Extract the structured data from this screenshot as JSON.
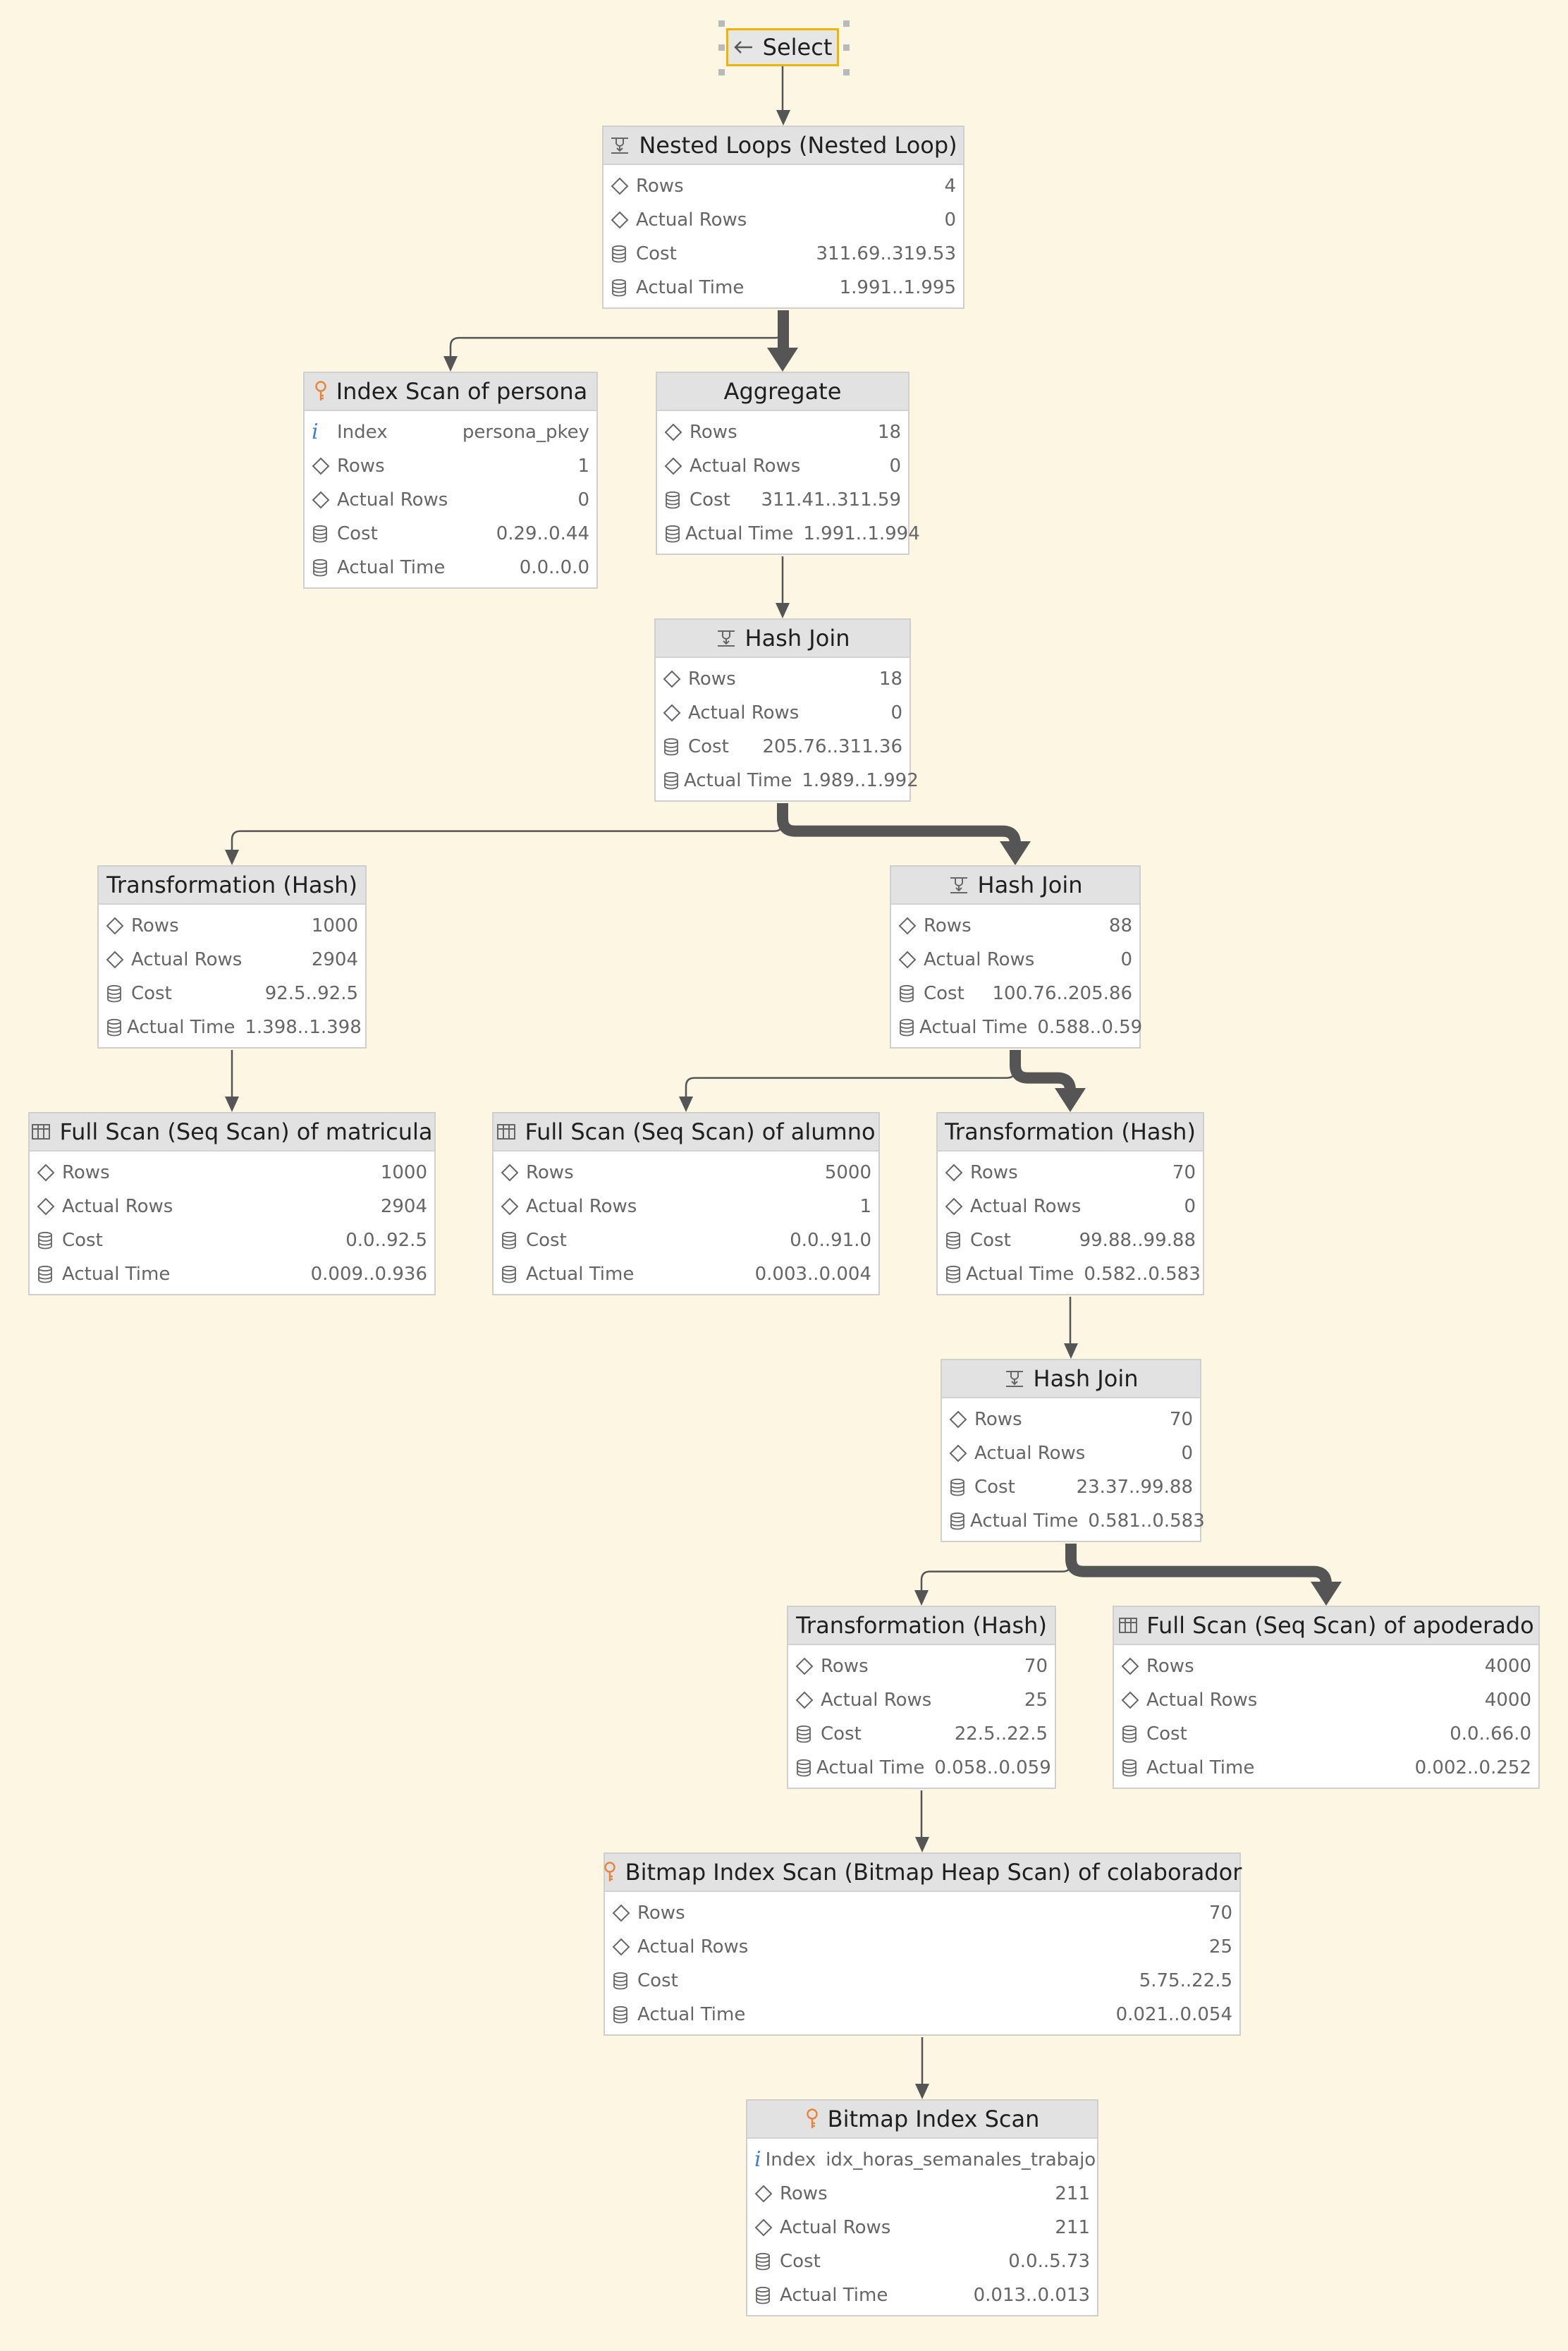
{
  "select": {
    "label": "Select"
  },
  "nodes": [
    {
      "id": "n1",
      "title": "Nested Loops (Nested Loop)",
      "icon": "join-icon",
      "rows": [
        {
          "icon": "diamond-icon",
          "label": "Rows",
          "value": "4"
        },
        {
          "icon": "diamond-icon",
          "label": "Actual Rows",
          "value": "0"
        },
        {
          "icon": "database-icon",
          "label": "Cost",
          "value": "311.69..319.53"
        },
        {
          "icon": "database-icon",
          "label": "Actual Time",
          "value": "1.991..1.995"
        }
      ]
    },
    {
      "id": "n2",
      "title": "Index Scan of persona",
      "icon": "key-icon",
      "rows": [
        {
          "icon": "info-icon",
          "label": "Index",
          "value": "persona_pkey"
        },
        {
          "icon": "diamond-icon",
          "label": "Rows",
          "value": "1"
        },
        {
          "icon": "diamond-icon",
          "label": "Actual Rows",
          "value": "0"
        },
        {
          "icon": "database-icon",
          "label": "Cost",
          "value": "0.29..0.44"
        },
        {
          "icon": "database-icon",
          "label": "Actual Time",
          "value": "0.0..0.0"
        }
      ]
    },
    {
      "id": "n3",
      "title": "Aggregate",
      "icon": "",
      "rows": [
        {
          "icon": "diamond-icon",
          "label": "Rows",
          "value": "18"
        },
        {
          "icon": "diamond-icon",
          "label": "Actual Rows",
          "value": "0"
        },
        {
          "icon": "database-icon",
          "label": "Cost",
          "value": "311.41..311.59"
        },
        {
          "icon": "database-icon",
          "label": "Actual Time",
          "value": "1.991..1.994"
        }
      ]
    },
    {
      "id": "n4",
      "title": "Hash Join",
      "icon": "join-icon",
      "rows": [
        {
          "icon": "diamond-icon",
          "label": "Rows",
          "value": "18"
        },
        {
          "icon": "diamond-icon",
          "label": "Actual Rows",
          "value": "0"
        },
        {
          "icon": "database-icon",
          "label": "Cost",
          "value": "205.76..311.36"
        },
        {
          "icon": "database-icon",
          "label": "Actual Time",
          "value": "1.989..1.992"
        }
      ]
    },
    {
      "id": "n5",
      "title": "Transformation (Hash)",
      "icon": "",
      "rows": [
        {
          "icon": "diamond-icon",
          "label": "Rows",
          "value": "1000"
        },
        {
          "icon": "diamond-icon",
          "label": "Actual Rows",
          "value": "2904"
        },
        {
          "icon": "database-icon",
          "label": "Cost",
          "value": "92.5..92.5"
        },
        {
          "icon": "database-icon",
          "label": "Actual Time",
          "value": "1.398..1.398"
        }
      ]
    },
    {
      "id": "n6",
      "title": "Hash Join",
      "icon": "join-icon",
      "rows": [
        {
          "icon": "diamond-icon",
          "label": "Rows",
          "value": "88"
        },
        {
          "icon": "diamond-icon",
          "label": "Actual Rows",
          "value": "0"
        },
        {
          "icon": "database-icon",
          "label": "Cost",
          "value": "100.76..205.86"
        },
        {
          "icon": "database-icon",
          "label": "Actual Time",
          "value": "0.588..0.59"
        }
      ]
    },
    {
      "id": "n7",
      "title": "Full Scan (Seq Scan) of matricula",
      "icon": "table-icon",
      "rows": [
        {
          "icon": "diamond-icon",
          "label": "Rows",
          "value": "1000"
        },
        {
          "icon": "diamond-icon",
          "label": "Actual Rows",
          "value": "2904"
        },
        {
          "icon": "database-icon",
          "label": "Cost",
          "value": "0.0..92.5"
        },
        {
          "icon": "database-icon",
          "label": "Actual Time",
          "value": "0.009..0.936"
        }
      ]
    },
    {
      "id": "n8",
      "title": "Full Scan (Seq Scan) of alumno",
      "icon": "table-icon",
      "rows": [
        {
          "icon": "diamond-icon",
          "label": "Rows",
          "value": "5000"
        },
        {
          "icon": "diamond-icon",
          "label": "Actual Rows",
          "value": "1"
        },
        {
          "icon": "database-icon",
          "label": "Cost",
          "value": "0.0..91.0"
        },
        {
          "icon": "database-icon",
          "label": "Actual Time",
          "value": "0.003..0.004"
        }
      ]
    },
    {
      "id": "n9",
      "title": "Transformation (Hash)",
      "icon": "",
      "rows": [
        {
          "icon": "diamond-icon",
          "label": "Rows",
          "value": "70"
        },
        {
          "icon": "diamond-icon",
          "label": "Actual Rows",
          "value": "0"
        },
        {
          "icon": "database-icon",
          "label": "Cost",
          "value": "99.88..99.88"
        },
        {
          "icon": "database-icon",
          "label": "Actual Time",
          "value": "0.582..0.583"
        }
      ]
    },
    {
      "id": "n10",
      "title": "Hash Join",
      "icon": "join-icon",
      "rows": [
        {
          "icon": "diamond-icon",
          "label": "Rows",
          "value": "70"
        },
        {
          "icon": "diamond-icon",
          "label": "Actual Rows",
          "value": "0"
        },
        {
          "icon": "database-icon",
          "label": "Cost",
          "value": "23.37..99.88"
        },
        {
          "icon": "database-icon",
          "label": "Actual Time",
          "value": "0.581..0.583"
        }
      ]
    },
    {
      "id": "n11",
      "title": "Transformation (Hash)",
      "icon": "",
      "rows": [
        {
          "icon": "diamond-icon",
          "label": "Rows",
          "value": "70"
        },
        {
          "icon": "diamond-icon",
          "label": "Actual Rows",
          "value": "25"
        },
        {
          "icon": "database-icon",
          "label": "Cost",
          "value": "22.5..22.5"
        },
        {
          "icon": "database-icon",
          "label": "Actual Time",
          "value": "0.058..0.059"
        }
      ]
    },
    {
      "id": "n12",
      "title": "Full Scan (Seq Scan) of apoderado",
      "icon": "table-icon",
      "rows": [
        {
          "icon": "diamond-icon",
          "label": "Rows",
          "value": "4000"
        },
        {
          "icon": "diamond-icon",
          "label": "Actual Rows",
          "value": "4000"
        },
        {
          "icon": "database-icon",
          "label": "Cost",
          "value": "0.0..66.0"
        },
        {
          "icon": "database-icon",
          "label": "Actual Time",
          "value": "0.002..0.252"
        }
      ]
    },
    {
      "id": "n13",
      "title": "Bitmap Index Scan (Bitmap Heap Scan) of colaborador",
      "icon": "key-icon",
      "rows": [
        {
          "icon": "diamond-icon",
          "label": "Rows",
          "value": "70"
        },
        {
          "icon": "diamond-icon",
          "label": "Actual Rows",
          "value": "25"
        },
        {
          "icon": "database-icon",
          "label": "Cost",
          "value": "5.75..22.5"
        },
        {
          "icon": "database-icon",
          "label": "Actual Time",
          "value": "0.021..0.054"
        }
      ]
    },
    {
      "id": "n14",
      "title": "Bitmap Index Scan",
      "icon": "key-icon",
      "rows": [
        {
          "icon": "info-icon",
          "label": "Index",
          "value": "idx_horas_semanales_trabajo"
        },
        {
          "icon": "diamond-icon",
          "label": "Rows",
          "value": "211"
        },
        {
          "icon": "diamond-icon",
          "label": "Actual Rows",
          "value": "211"
        },
        {
          "icon": "database-icon",
          "label": "Cost",
          "value": "0.0..5.73"
        },
        {
          "icon": "database-icon",
          "label": "Actual Time",
          "value": "0.013..0.013"
        }
      ]
    }
  ],
  "edges": [
    {
      "from": "select",
      "to": "n1",
      "weight": "thin"
    },
    {
      "from": "n1",
      "to": "n2",
      "weight": "thin"
    },
    {
      "from": "n1",
      "to": "n3",
      "weight": "thick"
    },
    {
      "from": "n3",
      "to": "n4",
      "weight": "thin"
    },
    {
      "from": "n4",
      "to": "n5",
      "weight": "thin"
    },
    {
      "from": "n4",
      "to": "n6",
      "weight": "thick"
    },
    {
      "from": "n5",
      "to": "n7",
      "weight": "thin"
    },
    {
      "from": "n6",
      "to": "n8",
      "weight": "thin"
    },
    {
      "from": "n6",
      "to": "n9",
      "weight": "thick"
    },
    {
      "from": "n9",
      "to": "n10",
      "weight": "thin"
    },
    {
      "from": "n10",
      "to": "n11",
      "weight": "thin"
    },
    {
      "from": "n10",
      "to": "n12",
      "weight": "thick"
    },
    {
      "from": "n11",
      "to": "n13",
      "weight": "thin"
    },
    {
      "from": "n13",
      "to": "n14",
      "weight": "thin"
    }
  ],
  "colors": {
    "background": "#fdf6e3",
    "edge": "#555555",
    "key_icon": "#e8843a",
    "info_icon": "#3d7fd6",
    "selection": "#f0b400"
  }
}
